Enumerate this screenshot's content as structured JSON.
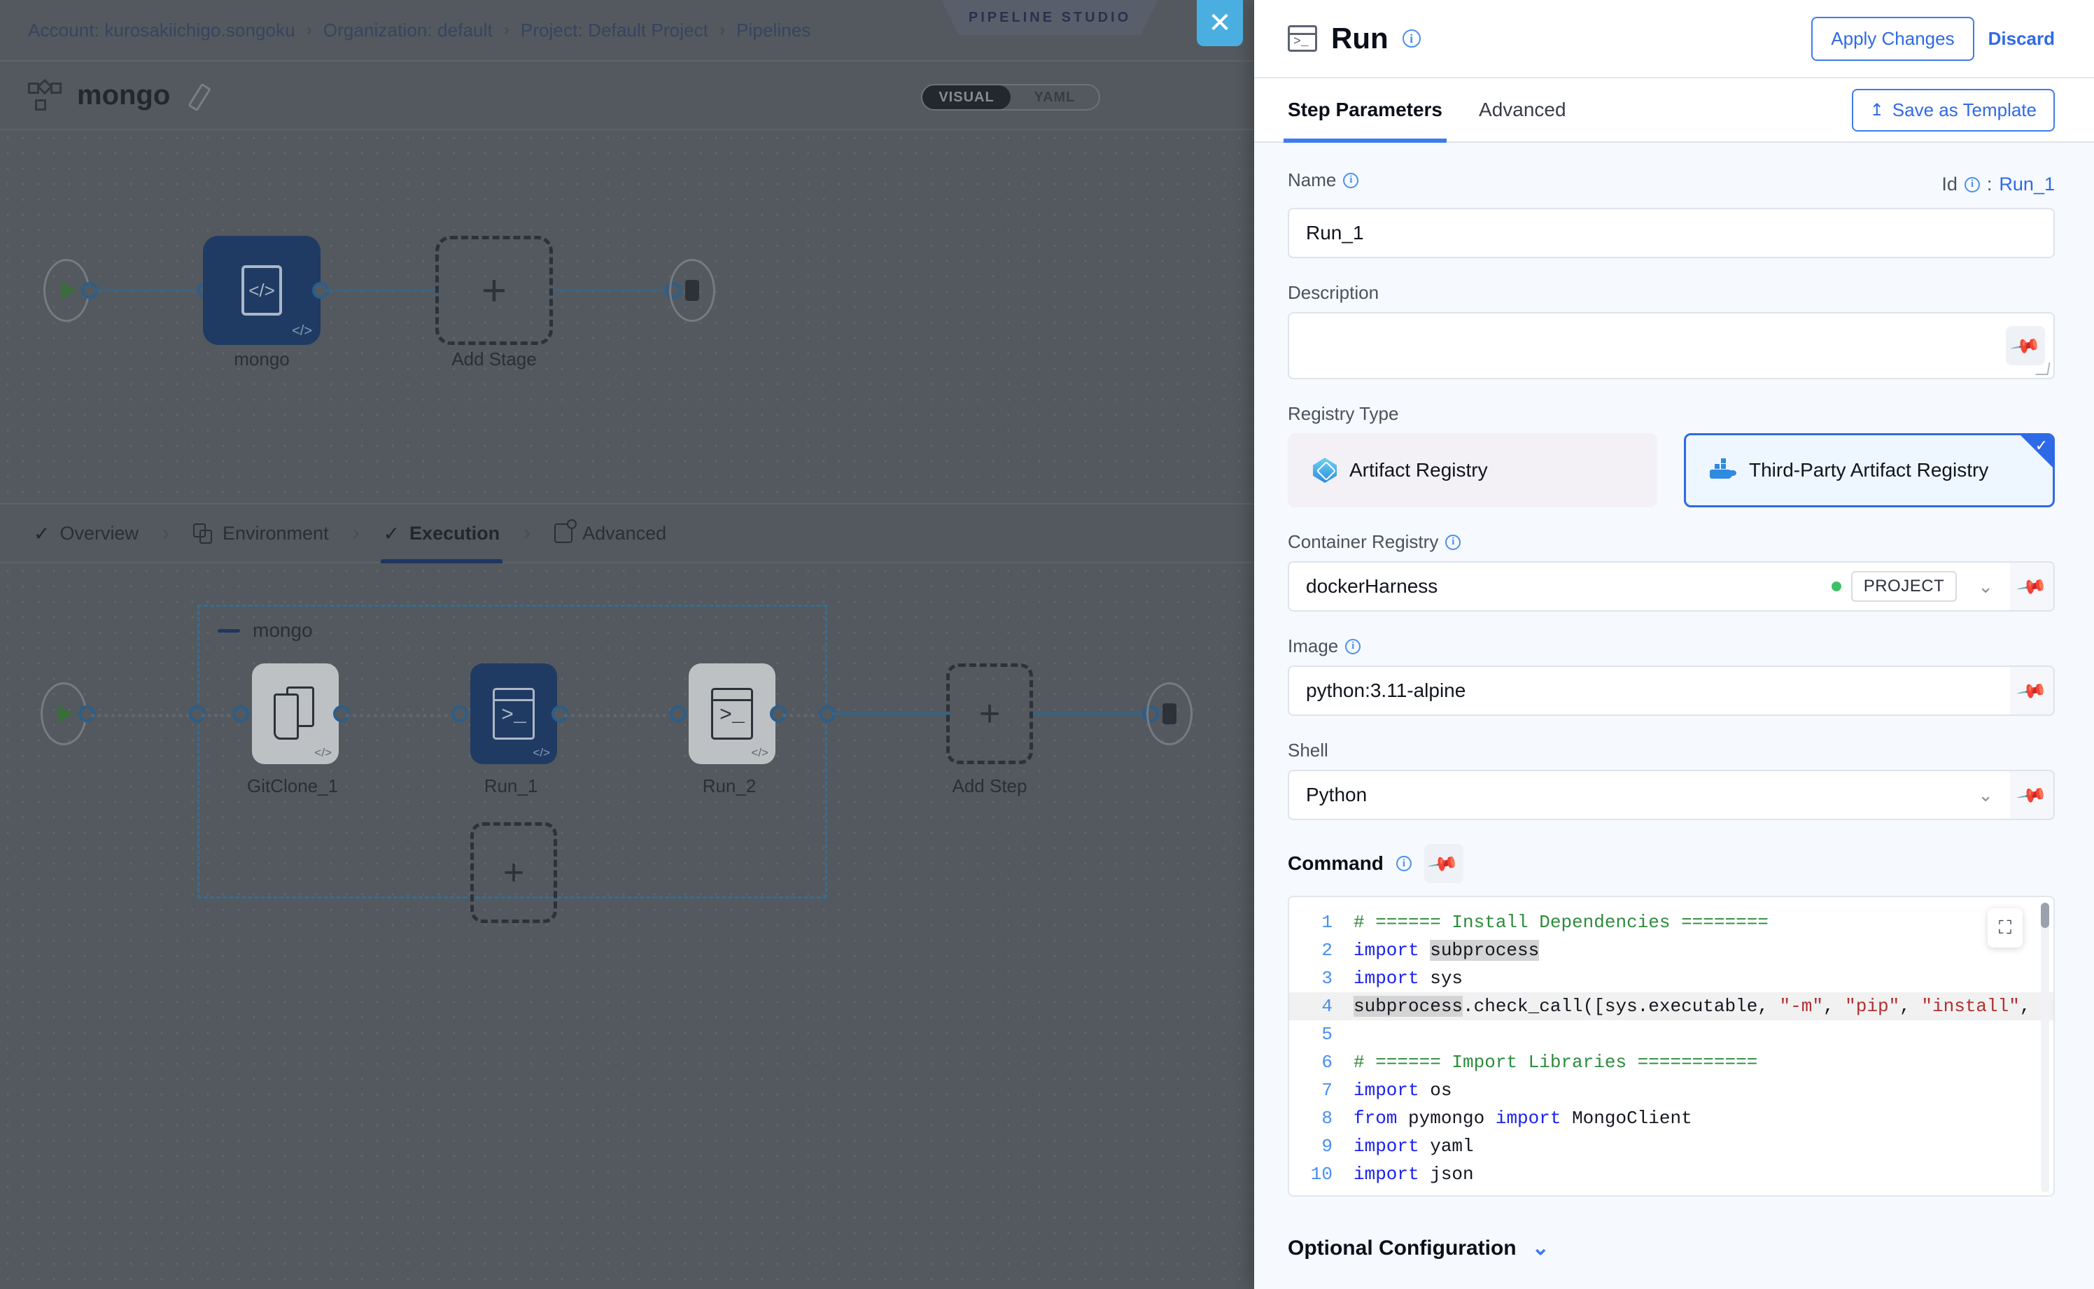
{
  "studio": {
    "breadcrumbs": [
      {
        "label": "Account: kurosakiichigo.songoku"
      },
      {
        "label": "Organization: default"
      },
      {
        "label": "Project: Default Project"
      },
      {
        "label": "Pipelines"
      }
    ],
    "badge": "PIPELINE STUDIO",
    "pipeline_title": "mongo",
    "view_toggle": {
      "visual": "VISUAL",
      "yaml": "YAML",
      "selected": "VISUAL"
    },
    "stage_graph": {
      "stage_label": "mongo",
      "add_stage_label": "Add Stage"
    },
    "tabs": [
      {
        "label": "Overview",
        "icon": "check-icon",
        "active": false
      },
      {
        "label": "Environment",
        "icon": "environment-icon",
        "active": false
      },
      {
        "label": "Execution",
        "icon": "check-icon",
        "active": true
      },
      {
        "label": "Advanced",
        "icon": "advanced-icon",
        "active": false
      }
    ],
    "execution_graph": {
      "group_label": "mongo",
      "steps": [
        {
          "label": "GitClone_1",
          "icon": "git-clone-icon",
          "selected": false
        },
        {
          "label": "Run_1",
          "icon": "terminal-icon",
          "selected": true
        },
        {
          "label": "Run_2",
          "icon": "terminal-icon",
          "selected": false
        }
      ],
      "add_step_label": "Add Step"
    }
  },
  "drawer": {
    "close_label": "✕",
    "title": "Run",
    "apply_label": "Apply Changes",
    "discard_label": "Discard",
    "tabs": [
      {
        "label": "Step Parameters",
        "active": true
      },
      {
        "label": "Advanced",
        "active": false
      }
    ],
    "save_template_label": "Save as Template",
    "name": {
      "label": "Name",
      "value": "Run_1",
      "id_label": "Id",
      "id_sep": ":",
      "id_value": "Run_1"
    },
    "description": {
      "label": "Description",
      "value": ""
    },
    "registry_type": {
      "label": "Registry Type",
      "options": [
        {
          "label": "Artifact Registry",
          "icon": "artifact-registry-icon",
          "selected": false
        },
        {
          "label": "Third-Party Artifact Registry",
          "icon": "docker-icon",
          "selected": true
        }
      ]
    },
    "container_registry": {
      "label": "Container Registry",
      "value": "dockerHarness",
      "scope": "PROJECT"
    },
    "image": {
      "label": "Image",
      "value": "python:3.11-alpine"
    },
    "shell": {
      "label": "Shell",
      "value": "Python"
    },
    "command": {
      "label": "Command",
      "lines": [
        {
          "n": "1",
          "tokens": [
            {
              "t": "# ====== Install Dependencies ========",
              "c": "k-comment"
            }
          ]
        },
        {
          "n": "2",
          "tokens": [
            {
              "t": "import ",
              "c": "k-kw"
            },
            {
              "t": "subprocess",
              "c": "ctxt hl"
            }
          ]
        },
        {
          "n": "3",
          "tokens": [
            {
              "t": "import ",
              "c": "k-kw"
            },
            {
              "t": "sys",
              "c": "ctxt"
            }
          ]
        },
        {
          "n": "4",
          "active": true,
          "tokens": [
            {
              "t": "subprocess",
              "c": "ctxt hl"
            },
            {
              "t": ".check_call(",
              "c": "k-op"
            },
            {
              "t": "[",
              "c": "k-op"
            },
            {
              "t": "sys.executable, ",
              "c": "ctxt"
            },
            {
              "t": "\"-m\"",
              "c": "k-str"
            },
            {
              "t": ", ",
              "c": "ctxt"
            },
            {
              "t": "\"pip\"",
              "c": "k-str"
            },
            {
              "t": ", ",
              "c": "ctxt"
            },
            {
              "t": "\"install\"",
              "c": "k-str"
            },
            {
              "t": ",",
              "c": "ctxt"
            }
          ]
        },
        {
          "n": "5",
          "tokens": []
        },
        {
          "n": "6",
          "tokens": [
            {
              "t": "# ====== Import Libraries ===========",
              "c": "k-comment"
            }
          ]
        },
        {
          "n": "7",
          "tokens": [
            {
              "t": "import ",
              "c": "k-kw"
            },
            {
              "t": "os",
              "c": "ctxt"
            }
          ]
        },
        {
          "n": "8",
          "tokens": [
            {
              "t": "from ",
              "c": "k-kw"
            },
            {
              "t": "pymongo ",
              "c": "ctxt"
            },
            {
              "t": "import ",
              "c": "k-kw"
            },
            {
              "t": "MongoClient",
              "c": "ctxt"
            }
          ]
        },
        {
          "n": "9",
          "tokens": [
            {
              "t": "import ",
              "c": "k-kw"
            },
            {
              "t": "yaml",
              "c": "ctxt"
            }
          ]
        },
        {
          "n": "10",
          "tokens": [
            {
              "t": "import ",
              "c": "k-kw"
            },
            {
              "t": "json",
              "c": "ctxt"
            }
          ]
        }
      ]
    },
    "optional_configuration": {
      "label": "Optional Configuration"
    }
  },
  "colors": {
    "accent_blue": "#2f6ae6",
    "node_selected": "#1f3f6e",
    "close_button": "#4aafe0",
    "canvas": "#5d6368"
  }
}
